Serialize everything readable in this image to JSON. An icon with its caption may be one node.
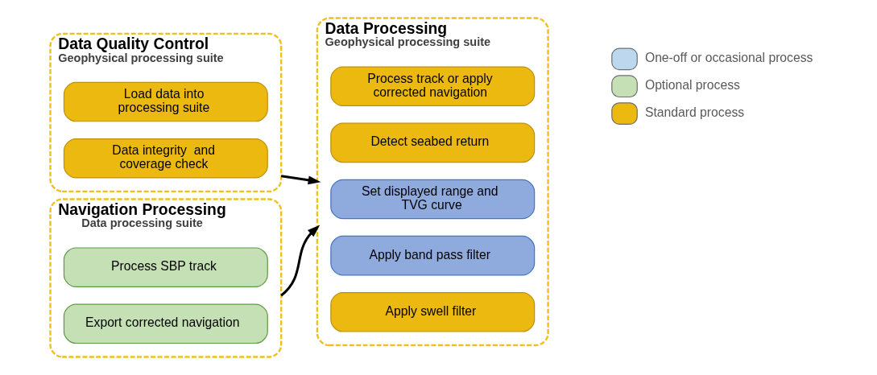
{
  "diagram": {
    "nodes": [
      {
        "text": [
          "Data Quality Control",
          "Geophysical processing suite"
        ]
      },
      {
        "text": [
          "Load data into processing suite"
        ],
        "in": 0
      },
      {
        "text": [
          "Data integrity  and coverage check"
        ],
        "in": 0
      },
      {
        "text": [
          "Navigation Processing",
          "Data processing suite"
        ]
      },
      {
        "text": [
          "Process SBP track"
        ],
        "in": 3
      },
      {
        "text": [
          "Export corrected navigation"
        ],
        "in": 3
      },
      {
        "text": [
          "Data Processing",
          "Geophysical processing suite"
        ]
      },
      {
        "text": [
          "Process track or apply corrected navigation"
        ],
        "in": 6
      },
      {
        "text": [
          "Detect seabed return"
        ],
        "in": 6
      },
      {
        "text": [
          "Set displayed range and TVG curve"
        ],
        "in": 6
      },
      {
        "text": [
          "Apply band pass filter"
        ],
        "in": 6
      },
      {
        "text": [
          "Apply swell filter"
        ],
        "in": 6
      }
    ],
    "edges": [
      {
        "from": 0,
        "to": 6,
        "arrow": "to"
      },
      {
        "from": 3,
        "to": 6,
        "arrow": "to"
      }
    ],
    "legend": [
      {
        "text": "One-off or occasional process",
        "color": "#bdd7ee"
      },
      {
        "text": "Optional process",
        "color": "#c5e0b4"
      },
      {
        "text": "Standard process",
        "color": "#ebb90f"
      }
    ]
  }
}
